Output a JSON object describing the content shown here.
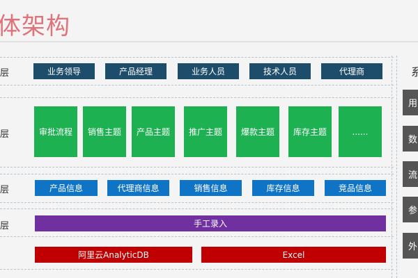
{
  "title": "体架构",
  "layer_labels": [
    "层",
    "层",
    "层",
    "层"
  ],
  "roles": [
    "业务领导",
    "产品经理",
    "业务人员",
    "技术人员",
    "代理商"
  ],
  "themes": [
    "审批流程",
    "销售主题",
    "产品主题",
    "推广主题",
    "爆款主题",
    "库存主题",
    "......"
  ],
  "info": [
    "产品信息",
    "代理商信息",
    "销售信息",
    "库存信息",
    "竞品信息"
  ],
  "manual_input": "手工录入",
  "sources": [
    "阿里云AnalyticDB",
    "Excel"
  ],
  "side": {
    "title": "系",
    "items": [
      "用",
      "数",
      "流",
      "参",
      "外"
    ]
  },
  "colors": {
    "title": "#e0737a",
    "roles": "#1e4d6b",
    "themes": "#1db152",
    "info": "#0f73c6",
    "input": "#7030a0",
    "sources": "#c00000",
    "side": "#555555"
  }
}
